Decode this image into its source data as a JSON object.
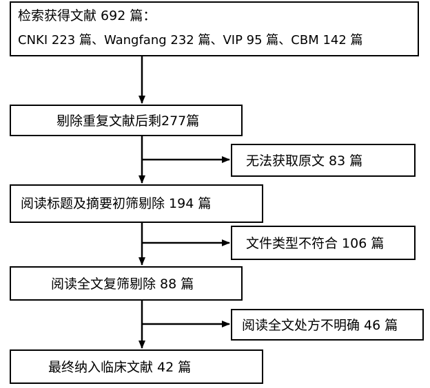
{
  "boxes": {
    "search_line1": "检索获得文献 692 篇：",
    "search_line2": "CNKI 223 篇、Wangfang 232 篇、VIP 95 篇、CBM 142 篇",
    "dedup": "剔除重复文献后剩277篇",
    "title_abstract": "阅读标题及摘要初筛剔除 194 篇",
    "fulltext": "阅读全文复筛剔除  88 篇",
    "final": "最终纳入临床文献 42 篇"
  },
  "exclusions": {
    "no_fulltext": "无法获取原文  83 篇",
    "type_mismatch": "文件类型不符合  106 篇",
    "unclear_prescription": "阅读全文处方不明确 46 篇"
  }
}
